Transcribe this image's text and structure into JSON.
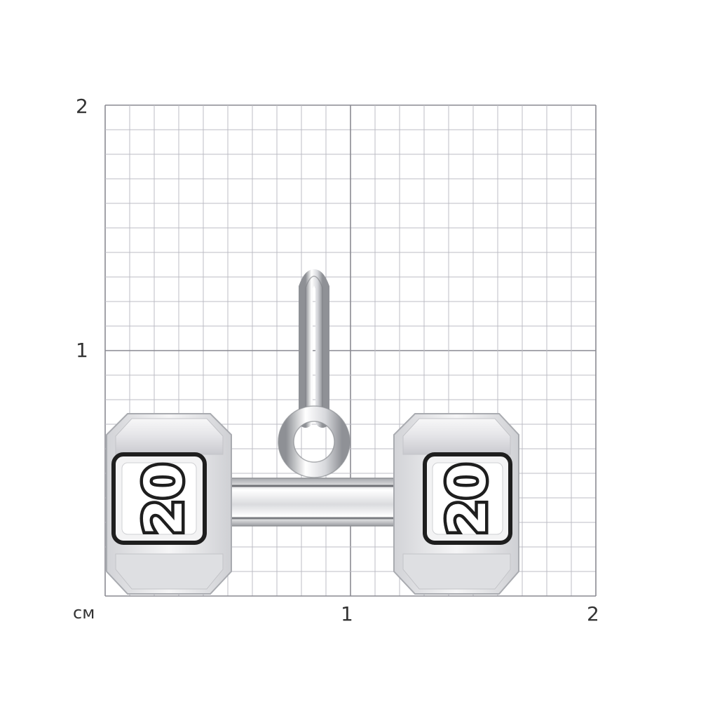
{
  "scale": {
    "unit_label": "см",
    "y_labels": [
      "2",
      "1"
    ],
    "x_labels": [
      "1",
      "2"
    ],
    "range_cm": [
      0,
      2
    ],
    "minor_divisions_per_cm": 10
  },
  "pendant": {
    "object": "dumbbell pendant",
    "weight_engraving_left": "20",
    "weight_engraving_right": "20",
    "material_colors": {
      "metal": "#e8e8ea",
      "metal_shadow": "#b9bbc0",
      "enamel": "#1e1e1e"
    }
  },
  "colors": {
    "grid_minor": "#bcbcc4",
    "grid_major": "#8a8a92",
    "label": "#333333"
  }
}
